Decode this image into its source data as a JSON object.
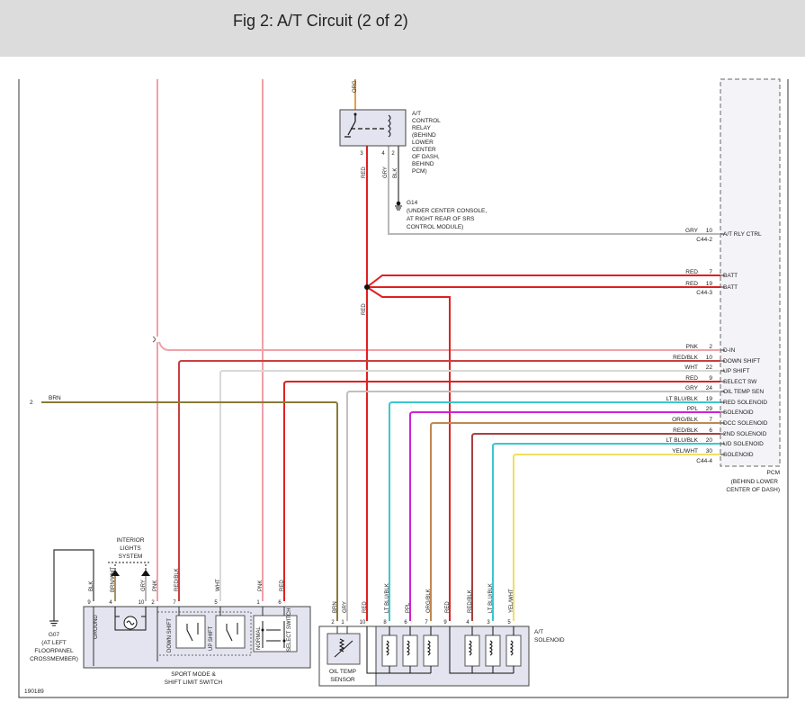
{
  "header": {
    "title": "Fig 2: A/T Circuit (2 of 2)"
  },
  "relay": {
    "label": [
      "A/T",
      "CONTROL",
      "RELAY",
      "(BEHIND",
      "LOWER",
      "CENTER",
      "OF DASH,",
      "BEHIND",
      "PCM)"
    ],
    "top_wire": "ORG",
    "pins": [
      "3",
      "4",
      "2"
    ],
    "wire_colors": [
      "RED",
      "GRY",
      "BLK"
    ]
  },
  "ground_g14": {
    "id": "G14",
    "desc": [
      "(UNDER CENTER CONSOLE,",
      "AT RIGHT REAR OF SRS",
      "CONTROL MODULE)"
    ]
  },
  "ground_g07": {
    "id": "G07",
    "desc": [
      "(AT LEFT",
      "FLOORPANEL",
      "CROSSMEMBER)"
    ]
  },
  "pcm": {
    "label": [
      "PCM",
      "(BEHIND LOWER",
      "CENTER OF DASH)"
    ],
    "connectors": [
      "C44-2",
      "C44-3",
      "C44-4"
    ],
    "pins": [
      {
        "color": "GRY",
        "pin": "10",
        "name": "A/T RLY CTRL"
      },
      {
        "color": "RED",
        "pin": "7",
        "name": "BATT"
      },
      {
        "color": "RED",
        "pin": "19",
        "name": "BATT"
      },
      {
        "color": "PNK",
        "pin": "2",
        "name": "D-IN"
      },
      {
        "color": "RED/BLK",
        "pin": "10",
        "name": "DOWN SHIFT"
      },
      {
        "color": "WHT",
        "pin": "22",
        "name": "UP SHIFT"
      },
      {
        "color": "RED",
        "pin": "9",
        "name": "SELECT SW"
      },
      {
        "color": "GRY",
        "pin": "24",
        "name": "OIL TEMP SEN"
      },
      {
        "color": "LT BLU/BLK",
        "pin": "19",
        "name": "RED SOLENOID"
      },
      {
        "color": "PPL",
        "pin": "29",
        "name": "SOLENOID"
      },
      {
        "color": "ORG/BLK",
        "pin": "7",
        "name": "DCC SOLENOID"
      },
      {
        "color": "RED/BLK",
        "pin": "6",
        "name": "2ND SOLENOID"
      },
      {
        "color": "LT BLU/BLK",
        "pin": "20",
        "name": "UD SOLENOID"
      },
      {
        "color": "YEL/WHT",
        "pin": "30",
        "name": "SOLENOID"
      }
    ]
  },
  "splice_wire": "RED",
  "left_wire": {
    "label": "BRN",
    "num": "2"
  },
  "interior_lights": [
    "INTERIOR",
    "LIGHTS",
    "SYSTEM"
  ],
  "sport_switch": {
    "wires": [
      {
        "pin": "9",
        "color": "BLK"
      },
      {
        "pin": "4",
        "color": "BRN/WHT"
      },
      {
        "pin": "10",
        "color": "GRY"
      },
      {
        "pin": "2",
        "color": "PNK"
      },
      {
        "pin": "7",
        "color": "RED/BLK"
      },
      {
        "pin": "5",
        "color": "WHT"
      },
      {
        "pin": "1",
        "color": "PNK"
      },
      {
        "pin": "6",
        "color": "RED"
      }
    ],
    "labels": [
      "GROUND",
      "DOWN SHIFT",
      "UP SHIFT",
      "NORMAL",
      "SELECT SWITCH"
    ],
    "caption": [
      "SPORT MODE &",
      "SHIFT LIMIT SWITCH"
    ]
  },
  "oil_temp": {
    "wires": [
      {
        "pin": "2",
        "color": "BRN"
      },
      {
        "pin": "1",
        "color": "GRY"
      }
    ],
    "caption": [
      "OIL TEMP",
      "SENSOR"
    ]
  },
  "solenoid": {
    "wires": [
      {
        "pin": "10",
        "color": "RED"
      },
      {
        "pin": "8",
        "color": "LT BLU/BLK"
      },
      {
        "pin": "6",
        "color": "PPL"
      },
      {
        "pin": "7",
        "color": "ORG/BLK"
      },
      {
        "pin": "9",
        "color": "RED"
      },
      {
        "pin": "4",
        "color": "RED/BLK"
      },
      {
        "pin": "3",
        "color": "LT BLU/BLK"
      },
      {
        "pin": "5",
        "color": "YEL/WHT"
      }
    ],
    "caption": [
      "A/T",
      "SOLENOID"
    ]
  },
  "figure_id": "190189",
  "colors": {
    "header_bg": "#dcdcdc",
    "red": "#e02020",
    "pink": "#f0a0a8",
    "gray": "#b8b8b8",
    "brown": "#8b7a3a",
    "teal": "#38c8d0",
    "purple": "#d020d8",
    "orange_brown": "#c08850",
    "yellow": "#f0e060",
    "dark_red": "#a84040",
    "orange": "#e8a040"
  }
}
